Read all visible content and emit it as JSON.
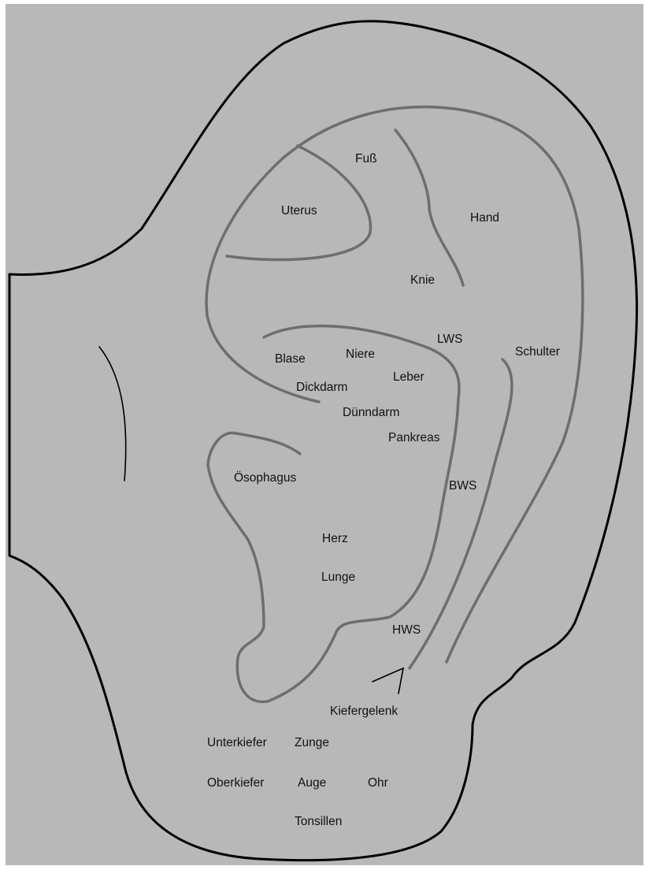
{
  "labels": {
    "fuss": "Fuß",
    "uterus": "Uterus",
    "hand": "Hand",
    "knie": "Knie",
    "lws": "LWS",
    "schulter": "Schulter",
    "blase": "Blase",
    "niere": "Niere",
    "leber": "Leber",
    "dickdarm": "Dickdarm",
    "duenndarm": "Dünndarm",
    "pankreas": "Pankreas",
    "oesophagus": "Ösophagus",
    "bws": "BWS",
    "herz": "Herz",
    "lunge": "Lunge",
    "hws": "HWS",
    "kiefergelenk": "Kiefergelenk",
    "unterkiefer": "Unterkiefer",
    "zunge": "Zunge",
    "oberkiefer": "Oberkiefer",
    "auge": "Auge",
    "ohr": "Ohr",
    "tonsillen": "Tonsillen"
  },
  "colors": {
    "background_outer": "#b8b8b8",
    "ear_fill": "#c9c9c9",
    "region_lines": "#6e6e6e",
    "outline": "#000000",
    "text": "#111111"
  }
}
